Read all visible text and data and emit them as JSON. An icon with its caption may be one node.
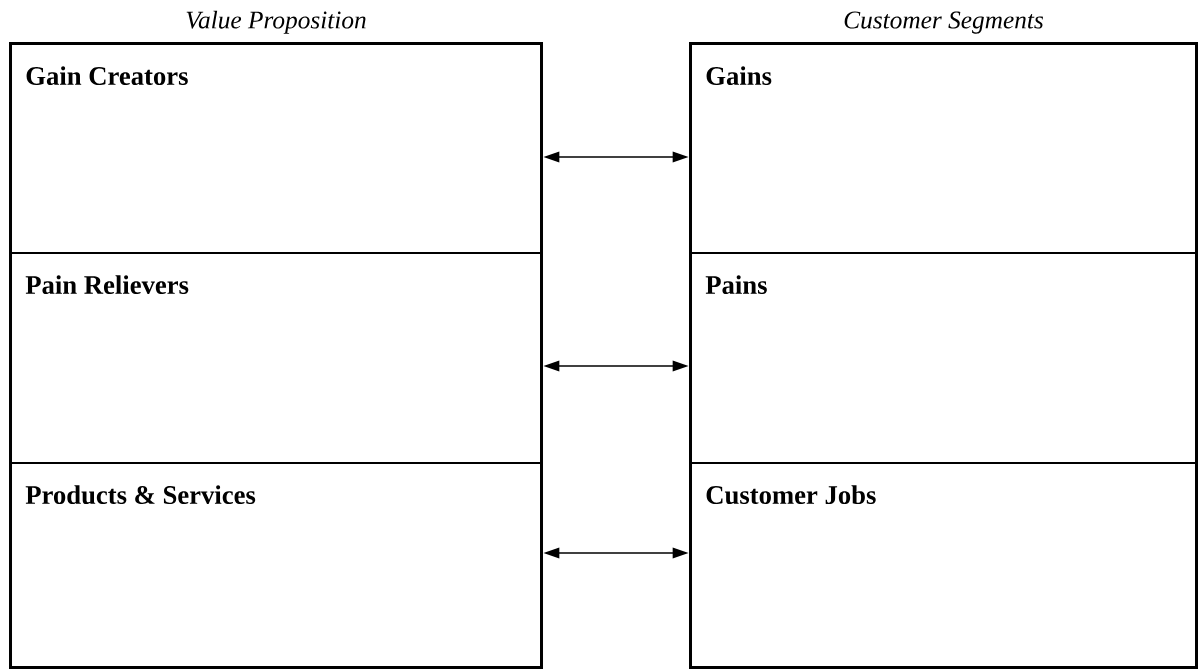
{
  "diagram": {
    "nodes": [
      {
        "text": [
          "Value Proposition"
        ]
      },
      {
        "text": [
          "Gain Creators"
        ],
        "in": 0
      },
      {
        "text": [
          "Pain Relievers"
        ],
        "in": 0
      },
      {
        "text": [
          "Products & Services"
        ],
        "in": 0
      },
      {
        "text": [
          "Customer Segments"
        ]
      },
      {
        "text": [
          "Gains"
        ],
        "in": 4
      },
      {
        "text": [
          "Pains"
        ],
        "in": 4
      },
      {
        "text": [
          "Customer Jobs"
        ],
        "in": 4
      }
    ],
    "edges": [
      {
        "from": 1,
        "to": 5,
        "arrow": "both"
      },
      {
        "from": 2,
        "to": 6,
        "arrow": "both"
      },
      {
        "from": 3,
        "to": 7,
        "arrow": "both"
      }
    ]
  }
}
